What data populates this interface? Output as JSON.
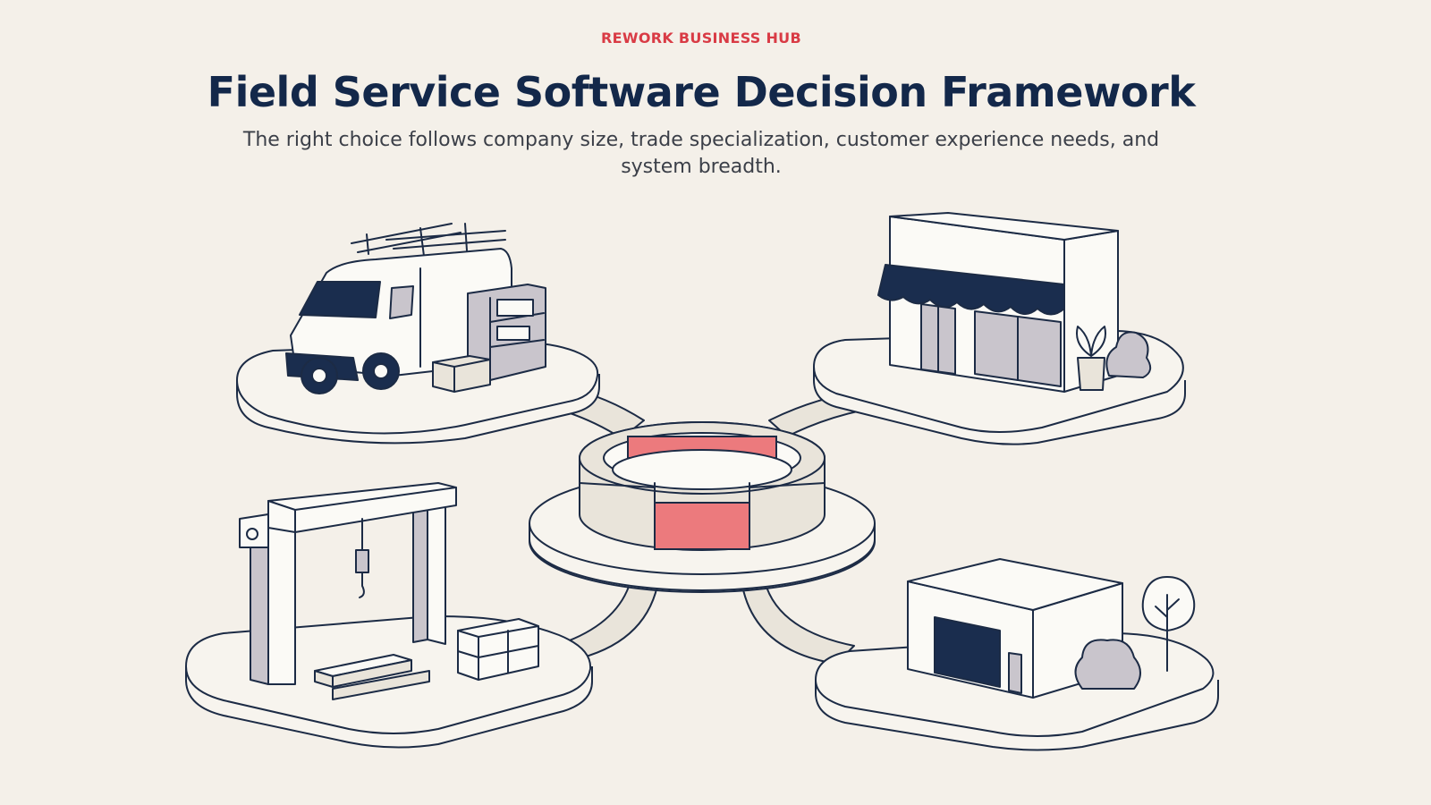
{
  "header": {
    "brand": "REWORK BUSINESS HUB",
    "title": "Field Service Software Decision Framework",
    "subtitle": "The right choice follows company size, trade specialization, customer experience needs, and system breadth."
  },
  "colors": {
    "background": "#f4f0e9",
    "accent": "#d93b45",
    "title": "#13284a",
    "outline": "#1c2b45",
    "hub_accent": "#ec7a7d"
  },
  "diagram": {
    "hub": {
      "icon": "central-hub-ring-icon"
    },
    "nodes": [
      {
        "icon": "service-van-icon"
      },
      {
        "icon": "storefront-icon"
      },
      {
        "icon": "gantry-crane-icon"
      },
      {
        "icon": "warehouse-icon"
      }
    ]
  }
}
